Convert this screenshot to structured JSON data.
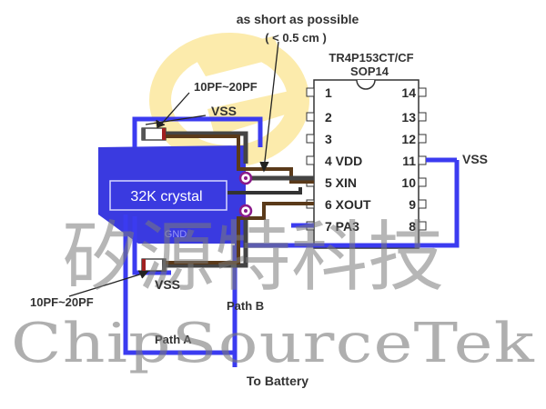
{
  "diagram": {
    "top_note_line1": "as short as possible",
    "top_note_line2": "( < 0.5 cm )",
    "chip_name": "TR4P153CT/CF",
    "chip_package": "SOP14",
    "cap_top_label": "10PF~20PF",
    "cap_bottom_label": "10PF~20PF",
    "vss_top_label": "VSS",
    "vss_bottom_label": "VSS",
    "vss_right_label": "VSS",
    "crystal_label": "32K crystal",
    "gnd_label": "GND",
    "path_a_label": "Path A",
    "path_b_label": "Path B",
    "battery_label": "To Battery",
    "pins_left": [
      "1",
      "2",
      "3",
      "4 VDD",
      "5 XIN",
      "6 XOUT",
      "7 PA3"
    ],
    "pins_right": [
      "14",
      "13",
      "12",
      "11",
      "10",
      "9",
      "8"
    ],
    "watermark_cjk": "矽源特科技",
    "watermark_latin": "ChipSourceTek",
    "colors": {
      "trace_blue": "#3b3bf0",
      "crystal_blue": "#3a3ae0",
      "trace_dark": "#444444",
      "trace_brown": "#5a3a1a",
      "via_purple": "#8a1a8a",
      "logo_yellow": "#f6c300"
    }
  }
}
